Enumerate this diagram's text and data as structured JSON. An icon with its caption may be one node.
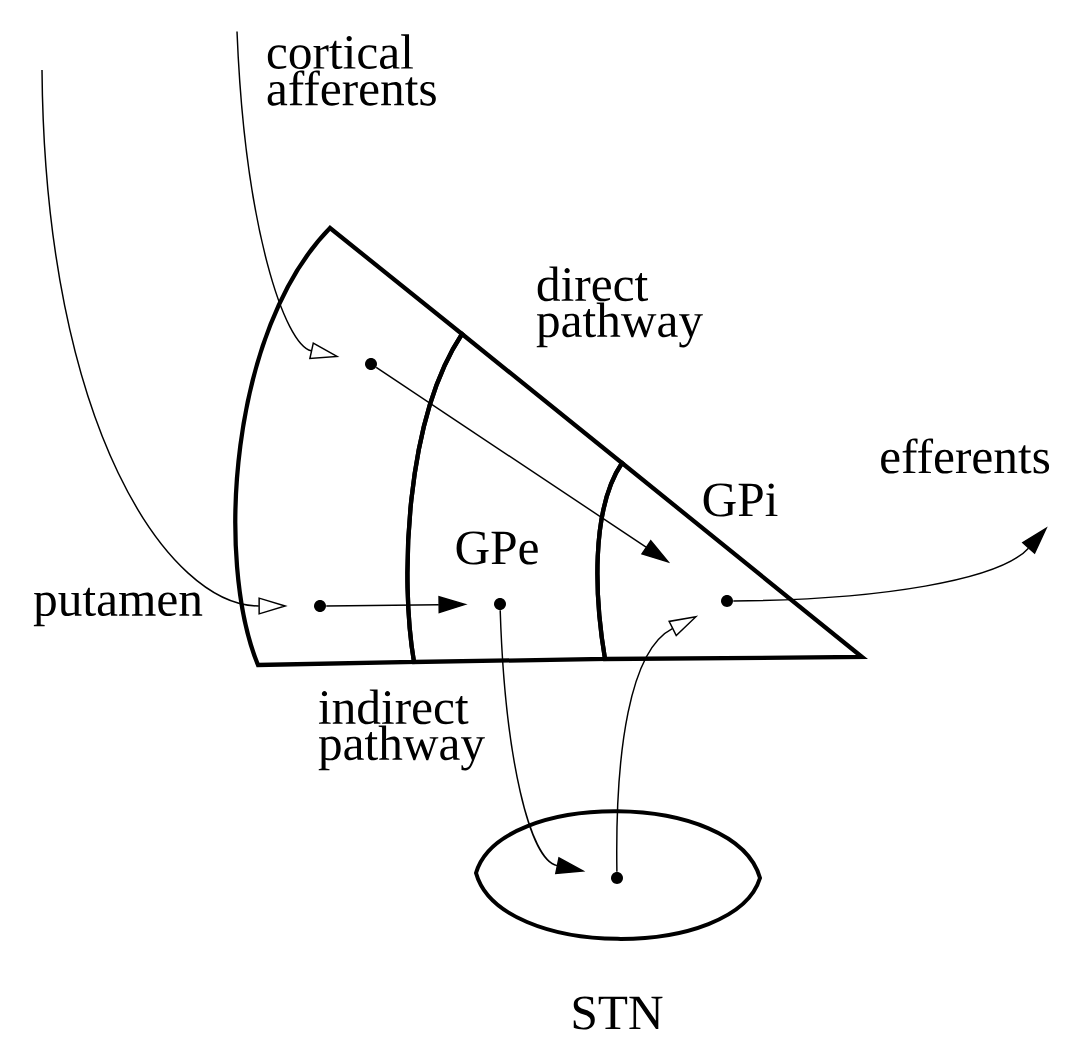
{
  "diagram": {
    "nodes": [
      {
        "text": [
          "putamen"
        ]
      },
      {
        "text": [
          "GPe"
        ]
      },
      {
        "text": [
          "GPi"
        ]
      },
      {
        "text": [
          "STN"
        ]
      },
      {
        "text": [
          "cortical afferents"
        ]
      },
      {
        "text": [
          "efferents"
        ]
      },
      {
        "text": [],
        "shape": "circle",
        "in": 0
      },
      {
        "text": [],
        "shape": "circle",
        "in": 0
      },
      {
        "text": [],
        "shape": "circle",
        "in": 1
      },
      {
        "text": [],
        "shape": "circle",
        "in": 2
      },
      {
        "text": [],
        "shape": "circle",
        "in": 3
      }
    ],
    "edges": [
      {
        "from": 4,
        "to": 6,
        "arrow": "to"
      },
      {
        "from": null,
        "to": 7,
        "arrow": "to"
      },
      {
        "from": 6,
        "to": 9,
        "arrow": "to"
      },
      {
        "from": 7,
        "to": 8,
        "arrow": "to"
      },
      {
        "from": 8,
        "to": 10,
        "arrow": "to"
      },
      {
        "from": 10,
        "to": 9,
        "arrow": "to"
      },
      {
        "from": 9,
        "to": 5,
        "arrow": "to"
      }
    ],
    "labels": [
      "direct pathway",
      "indirect pathway"
    ]
  }
}
